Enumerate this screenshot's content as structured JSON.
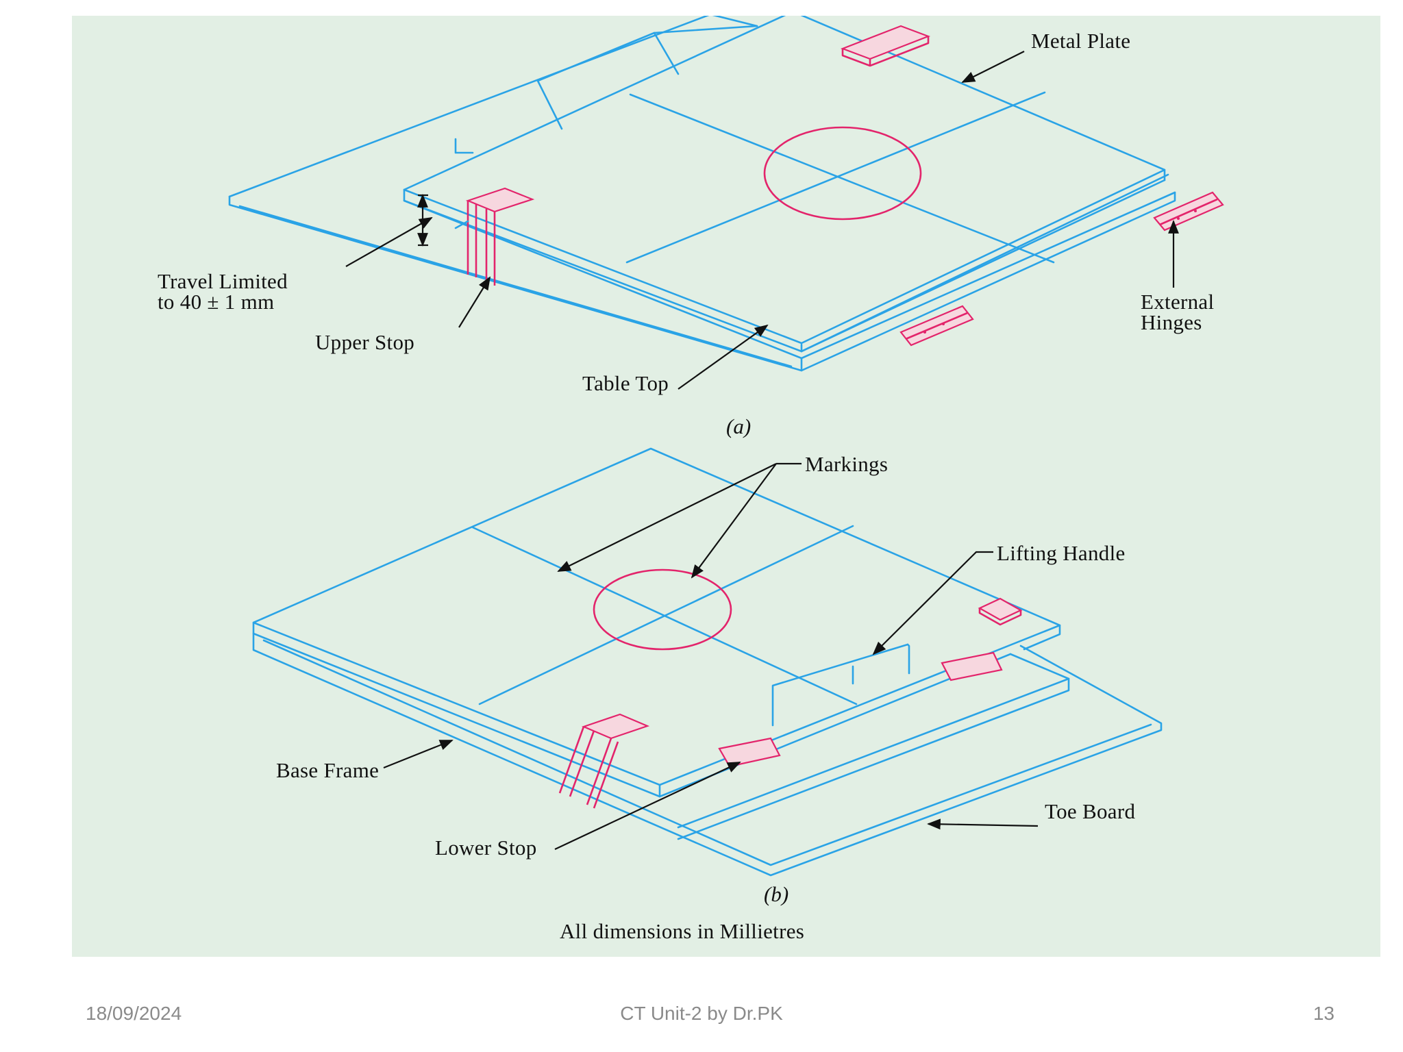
{
  "figure": {
    "part_a": {
      "labels": {
        "metal_plate": "Metal Plate",
        "travel_line1": "Travel Limited",
        "travel_line2": "to 40 ± 1 mm",
        "upper_stop": "Upper Stop",
        "table_top": "Table Top",
        "hinges_line1": "External",
        "hinges_line2": "Hinges"
      },
      "caption": "(a)"
    },
    "part_b": {
      "labels": {
        "markings": "Markings",
        "lifting_handle": "Lifting Handle",
        "base_frame": "Base Frame",
        "lower_stop": "Lower Stop",
        "toe_board": "Toe Board"
      },
      "caption": "(b)"
    },
    "note": "All dimensions in Millietres",
    "colors": {
      "outline": "#2aa3e6",
      "highlight": "#e3246b",
      "background": "#e2efe4"
    }
  },
  "footer": {
    "date": "18/09/2024",
    "center": "CT Unit-2 by Dr.PK",
    "page": "13"
  }
}
